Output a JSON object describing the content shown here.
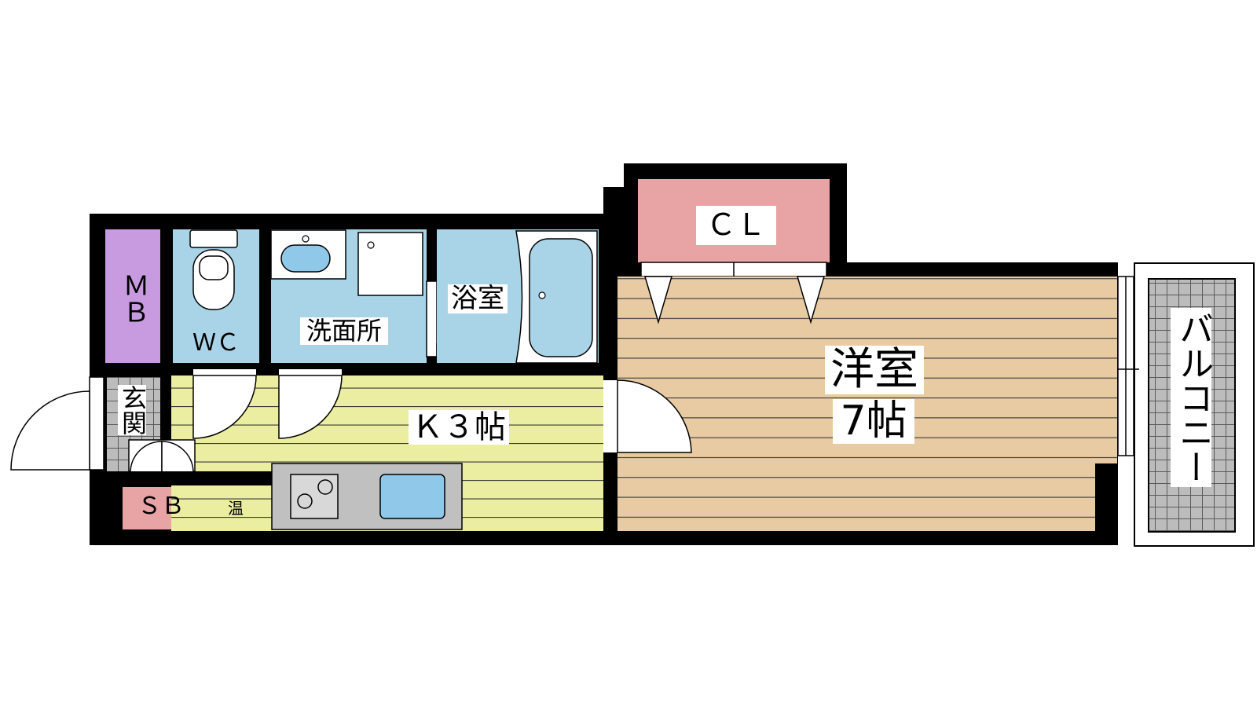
{
  "floorplan": {
    "rooms": {
      "mb": "ＭＢ",
      "wc": "ＷＣ",
      "washroom": "洗面所",
      "bathroom": "浴室",
      "closet": "ＣＬ",
      "entrance": "玄関",
      "kitchen": "Ｋ３帖",
      "western_room": "洋室",
      "western_room_size": "7帖",
      "balcony": "バルコニー",
      "shoe_box": "ＳＢ",
      "water_heater": "温"
    },
    "colors": {
      "walls": "#000000",
      "storage_purple": "#c89be0",
      "wet_area_blue": "#a9d4e8",
      "closet_pink": "#e8a3a5",
      "kitchen_yellow": "#ebeea0",
      "room_beige": "#e8cba2",
      "balcony_gray": "#bcbcbc",
      "sink_blue": "#8fc8e8"
    }
  }
}
